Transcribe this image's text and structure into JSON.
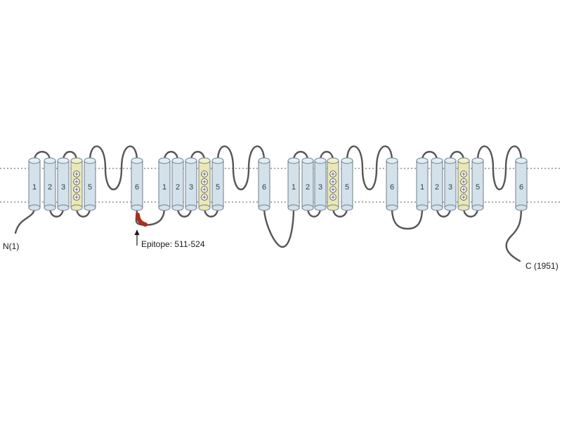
{
  "diagram": {
    "domains": [
      {
        "segments": [
          "1",
          "2",
          "3",
          "4",
          "5",
          "6"
        ],
        "sensor_segment": "4"
      },
      {
        "segments": [
          "1",
          "2",
          "3",
          "4",
          "5",
          "6"
        ],
        "sensor_segment": "4"
      },
      {
        "segments": [
          "1",
          "2",
          "3",
          "4",
          "5",
          "6"
        ],
        "sensor_segment": "4"
      },
      {
        "segments": [
          "1",
          "2",
          "3",
          "4",
          "5",
          "6"
        ],
        "sensor_segment": "4"
      }
    ],
    "sensor_charge_count": 4,
    "labels": {
      "n_terminus": "N(1)",
      "c_terminus": "C (1951)",
      "epitope": "Epitope: 511-524"
    },
    "colors": {
      "helix": "#d3e1ea",
      "helix_cap": "#e3edf3",
      "sensor_helix": "#e9e8b4",
      "sensor_cap": "#f1f0cc",
      "loop": "#555555",
      "epitope": "#a8301c",
      "arrow": "#1a1a1a"
    }
  }
}
